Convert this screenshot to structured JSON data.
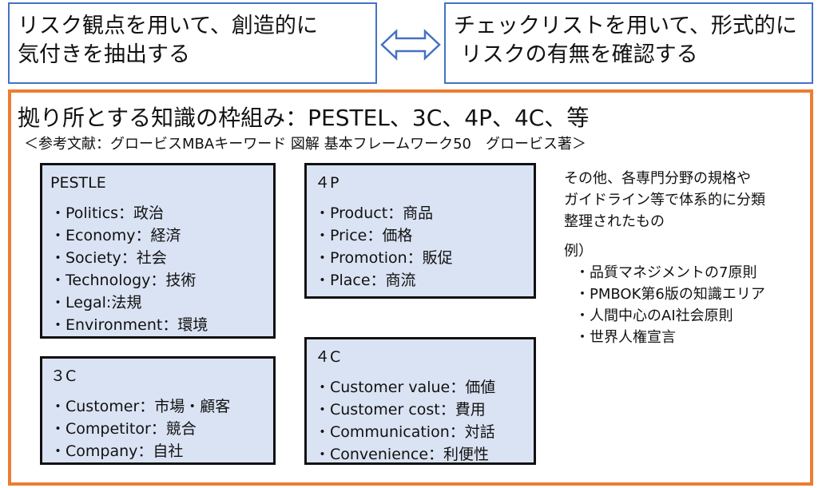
{
  "left_box": {
    "lines": [
      "リスク観点を用いて、創造的に",
      "気付きを抽出する"
    ]
  },
  "right_box": {
    "lines": [
      "チェックリストを用いて、形式的に",
      " リスクの有無を確認する"
    ]
  },
  "frame": {
    "title": "拠り所とする知識の枠組み：PESTEL、3C、4P、4C、等",
    "reference": "＜参考文献：グロービスMBAキーワード 図解 基本フレームワーク50　グロービス著＞"
  },
  "cards": {
    "pestle": {
      "heading": "PESTLE",
      "items": [
        "・Politics：政治",
        "・Economy：経済",
        "・Society：社会",
        "・Technology：技術",
        "・Legal:法規",
        "・Environment：環境"
      ]
    },
    "four_p": {
      "heading": "４P",
      "items": [
        "・Product：商品",
        "・Price：価格",
        "・Promotion：販促",
        "・Place：商流"
      ]
    },
    "three_c": {
      "heading": "３C",
      "items": [
        "・Customer：市場・顧客",
        "・Competitor：競合",
        "・Company：自社"
      ]
    },
    "four_c": {
      "heading": "４C",
      "items": [
        "・Customer value：価値",
        "・Customer cost：費用",
        "・Communication：対話",
        "・Convenience：利便性"
      ]
    }
  },
  "note": {
    "lines": [
      "その他、各専門分野の規格や",
      "ガイドライン等で体系的に分類",
      "整理されたもの"
    ],
    "example_label": "例）",
    "examples": [
      "・品質マネジメントの7原則",
      "・PMBOK第6版の知識エリア",
      "・人間中心のAI社会原則",
      "・世界人権宣言"
    ]
  },
  "colors": {
    "blue": "#4472C4",
    "orange": "#ED7D31",
    "card_fill": "#DAE3F3"
  }
}
